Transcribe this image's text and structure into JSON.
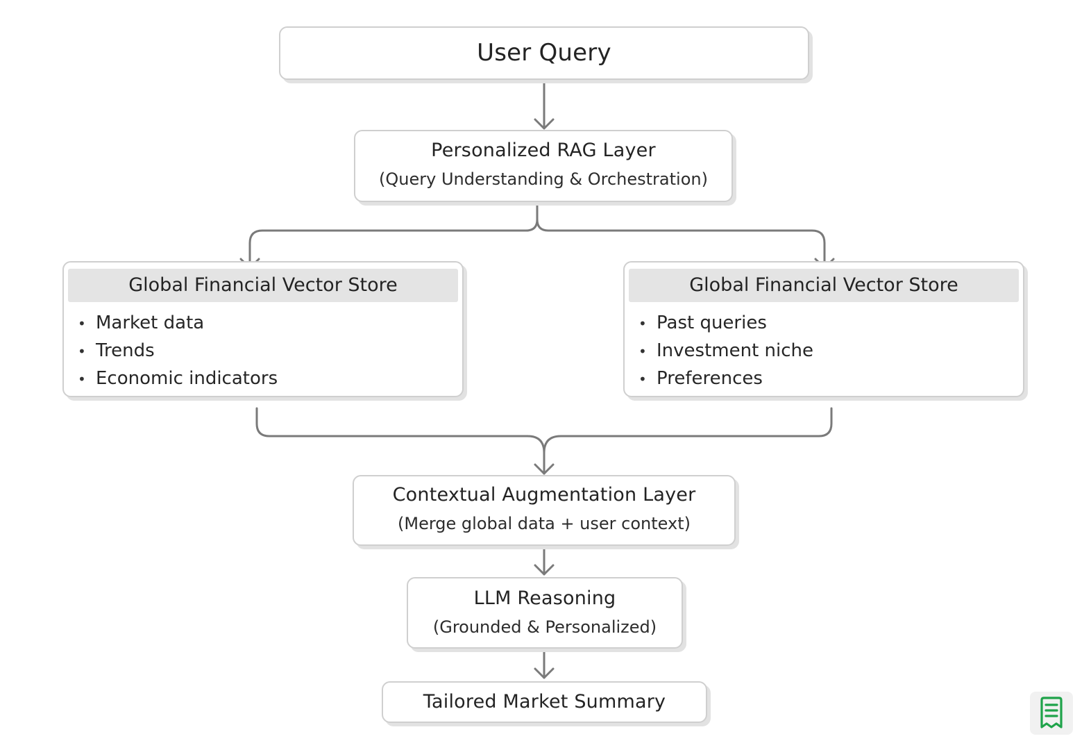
{
  "nodes": {
    "user_query": {
      "title": "User Query"
    },
    "rag_layer": {
      "title": "Personalized RAG Layer",
      "subtitle": "(Query Understanding & Orchestration)"
    },
    "store_left": {
      "title": "Global Financial Vector Store",
      "items": [
        "Market data",
        "Trends",
        "Economic indicators"
      ]
    },
    "store_right": {
      "title": "Global Financial Vector Store",
      "items": [
        "Past queries",
        "Investment niche",
        "Preferences"
      ]
    },
    "context_layer": {
      "title": "Contextual Augmentation Layer",
      "subtitle": "(Merge global data + user context)"
    },
    "llm_reasoning": {
      "title": "LLM Reasoning",
      "subtitle": "(Grounded & Personalized)"
    },
    "summary": {
      "title": "Tailored Market Summary"
    }
  },
  "bullet_glyph": "•",
  "colors": {
    "connector": "#7a7a7a",
    "box_border": "#cfcfcf",
    "header_fill": "#e4e4e4",
    "badge_icon": "#1fa34a"
  },
  "icons": {
    "corner_badge": "document-icon"
  }
}
